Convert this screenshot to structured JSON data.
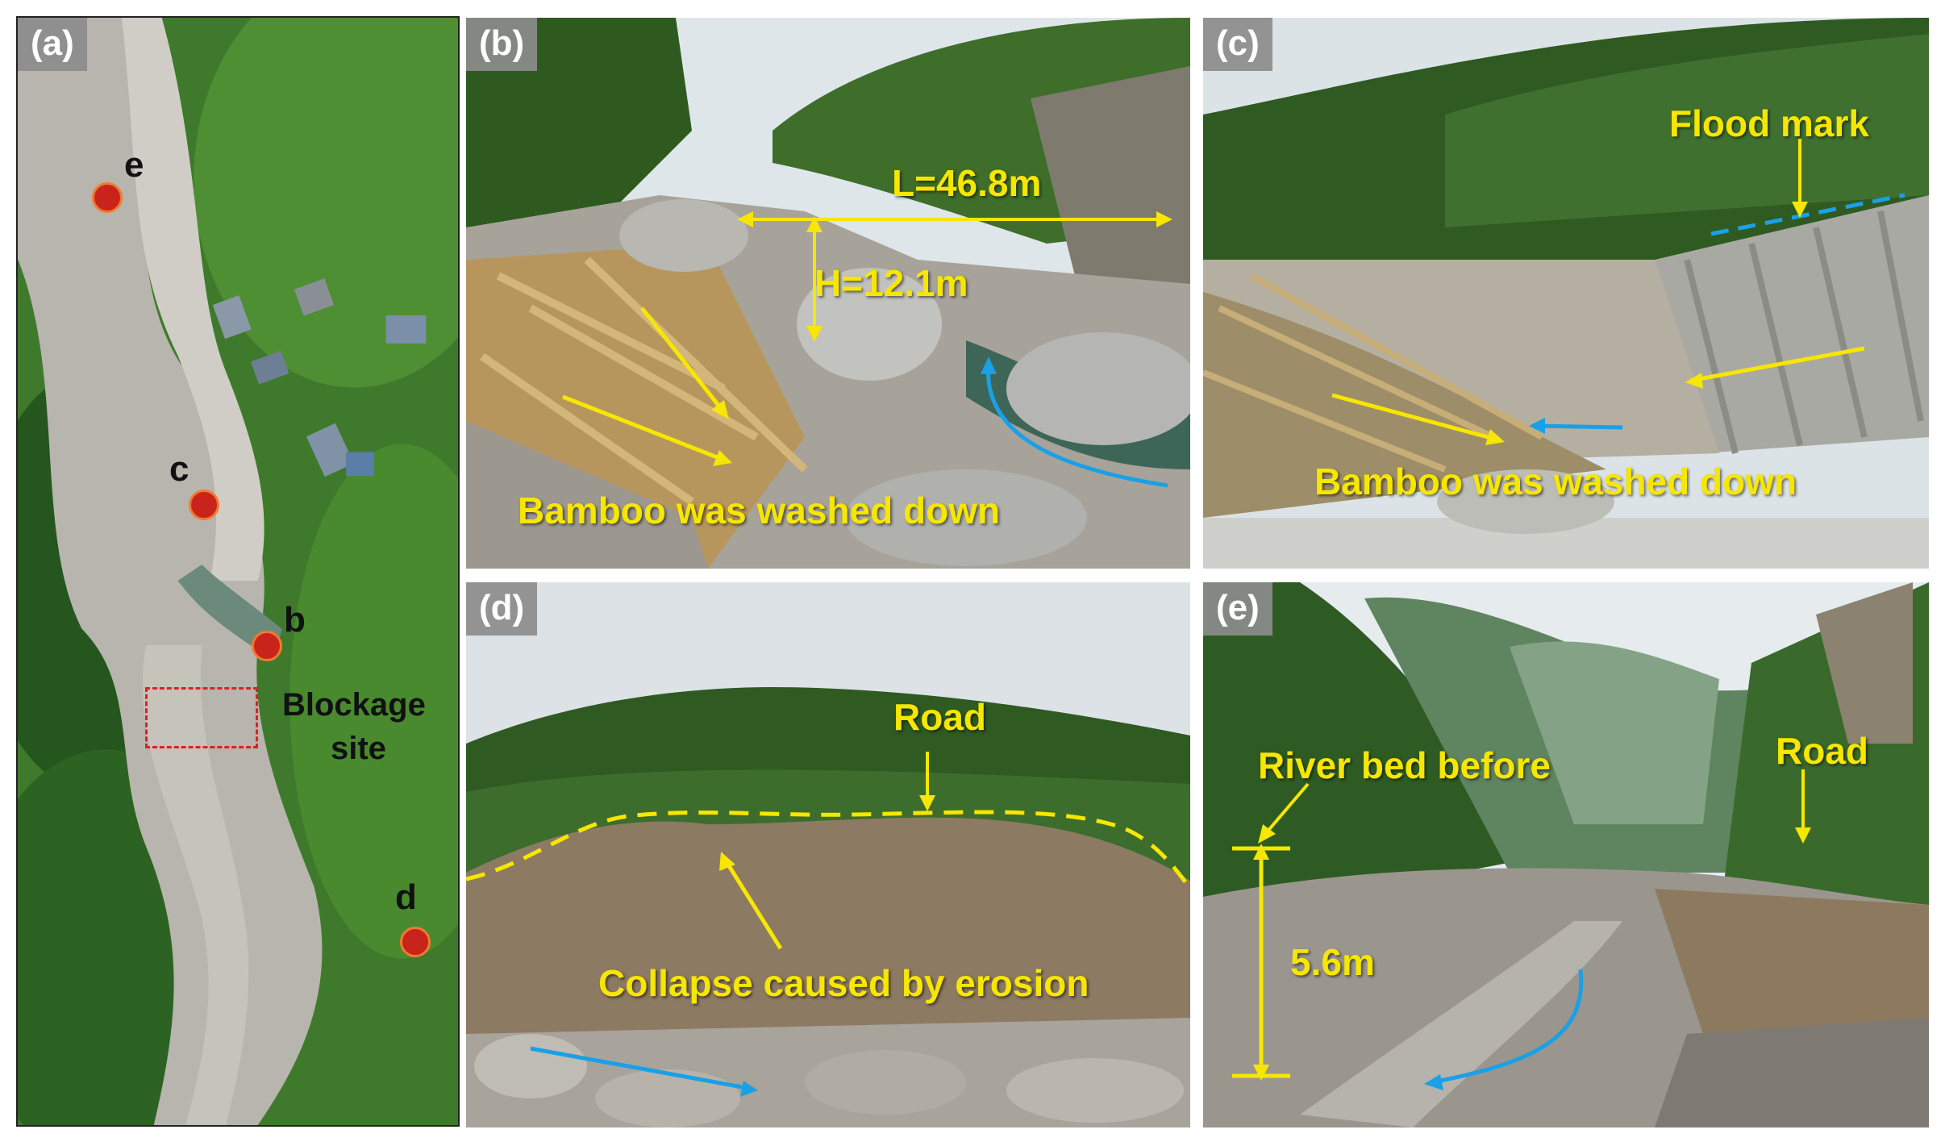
{
  "colors": {
    "label_yellow": "#f6e600",
    "flow_arrow_blue": "#1aa0e6",
    "site_marker_red": "#c8241b",
    "blockage_box_red": "#e02020"
  },
  "panel_a": {
    "tag": "(a)",
    "sites": [
      {
        "letter": "e"
      },
      {
        "letter": "c"
      },
      {
        "letter": "b"
      },
      {
        "letter": "d"
      }
    ],
    "blockage_line1": "Blockage",
    "blockage_line2": "site"
  },
  "panel_b": {
    "tag": "(b)",
    "length_label": "L=46.8m",
    "height_label": "H=12.1m",
    "caption": "Bamboo was washed down"
  },
  "panel_c": {
    "tag": "(c)",
    "flood_mark": "Flood mark",
    "caption": "Bamboo was washed down"
  },
  "panel_d": {
    "tag": "(d)",
    "road": "Road",
    "caption": "Collapse caused by erosion"
  },
  "panel_e": {
    "tag": "(e)",
    "road": "Road",
    "river_bed": "River bed before",
    "depth": "5.6m"
  }
}
